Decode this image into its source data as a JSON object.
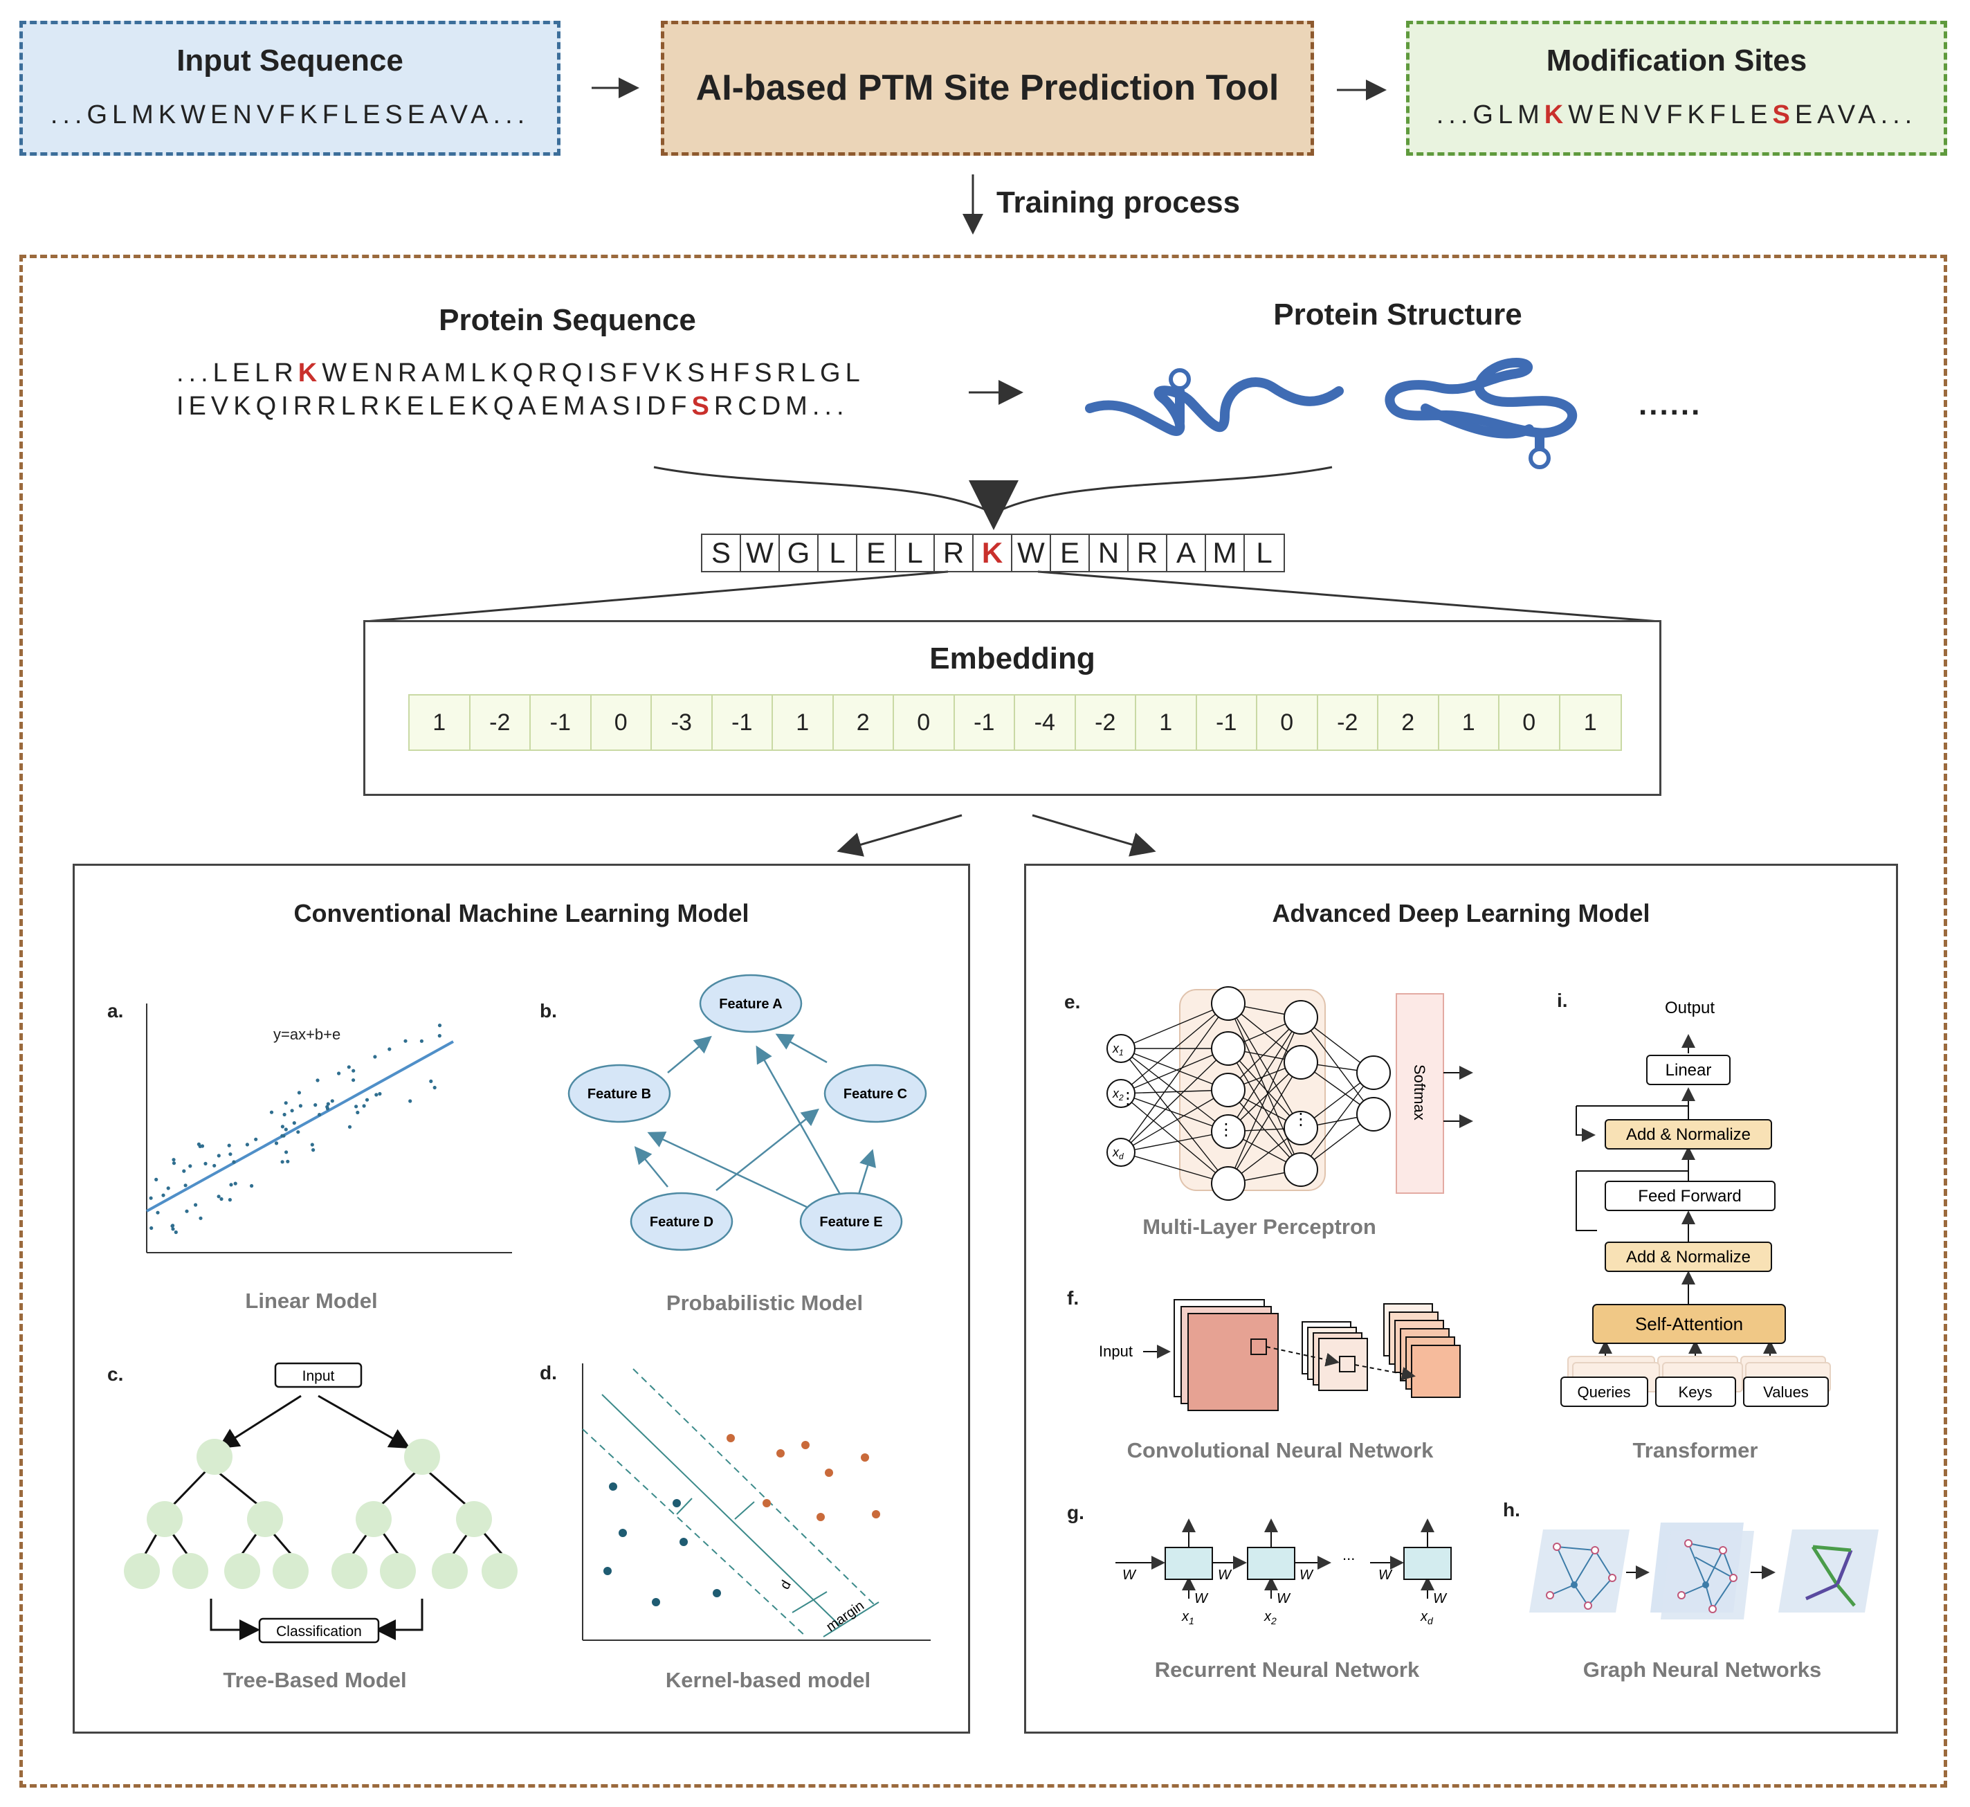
{
  "top": {
    "input": {
      "title": "Input Sequence",
      "sequence_pre": "...GLMKWENVFKFLESEAVA..."
    },
    "tool": {
      "title": "AI-based PTM Site Prediction Tool"
    },
    "output": {
      "title": "Modification Sites",
      "seq_a": "...GLM",
      "seq_k": "K",
      "seq_b": "WENVFKFLE",
      "seq_s": "S",
      "seq_c": "EAVA..."
    },
    "training_label": "Training process"
  },
  "protein": {
    "seq_title": "Protein Sequence",
    "line1_a": "...LELR",
    "line1_k": "K",
    "line1_b": "WENRAMLKQRQISFVKSHFSRLGL",
    "line2_a": "IEVKQIRRLRKELEKQAEMASIDF",
    "line2_s": "S",
    "line2_b": "RCDM...",
    "struct_title": "Protein Structure",
    "ellipsis": "......"
  },
  "window": [
    "S",
    "W",
    "G",
    "L",
    "E",
    "L",
    "R",
    "K",
    "W",
    "E",
    "N",
    "R",
    "A",
    "M",
    "L"
  ],
  "window_site_index": 7,
  "embedding": {
    "title": "Embedding",
    "values": [
      "1",
      "-2",
      "-1",
      "0",
      "-3",
      "-1",
      "1",
      "2",
      "0",
      "-1",
      "-4",
      "-2",
      "1",
      "-1",
      "0",
      "-2",
      "2",
      "1",
      "0",
      "1"
    ]
  },
  "ml": {
    "title": "Conventional Machine Learning Model",
    "a": {
      "letter": "a.",
      "equation": "y=ax+b+e",
      "caption": "Linear Model"
    },
    "b": {
      "letter": "b.",
      "caption": "Probabilistic Model",
      "nodes": [
        "Feature A",
        "Feature B",
        "Feature C",
        "Feature D",
        "Feature E"
      ]
    },
    "c": {
      "letter": "c.",
      "caption": "Tree-Based Model",
      "input": "Input",
      "output": "Classification"
    },
    "d": {
      "letter": "d.",
      "caption": "Kernel-based model",
      "d_label": "d",
      "margin_label": "margin"
    }
  },
  "dl": {
    "title": "Advanced Deep Learning Model",
    "e": {
      "letter": "e.",
      "caption": "Multi-Layer Perceptron",
      "softmax": "Softmax",
      "x1": "x",
      "x1_sub": "1",
      "x2": "x",
      "x2_sub": "2",
      "xd": "x",
      "xd_sub": "d"
    },
    "f": {
      "letter": "f.",
      "caption": "Convolutional Neural Network",
      "input": "Input"
    },
    "g": {
      "letter": "g.",
      "caption": "Recurrent Neural Network",
      "w": "W",
      "dots": "...",
      "x1": "x",
      "x1_sub": "1",
      "x2": "x",
      "x2_sub": "2",
      "xd": "x",
      "xd_sub": "d"
    },
    "h": {
      "letter": "h.",
      "caption": "Graph Neural Networks"
    },
    "i": {
      "letter": "i.",
      "caption": "Transformer",
      "output": "Output",
      "linear": "Linear",
      "add_norm": "Add & Normalize",
      "feed_forward": "Feed Forward",
      "self_attention": "Self-Attention",
      "queries": "Queries",
      "keys": "Keys",
      "values": "Values"
    }
  },
  "colors": {
    "red_site": "#c9302c",
    "node_blue": "#d6e6f7",
    "tree_green": "#d8ecd0",
    "conv_salmon": "#e9a59a",
    "transformer_gold": "#f0c886"
  }
}
